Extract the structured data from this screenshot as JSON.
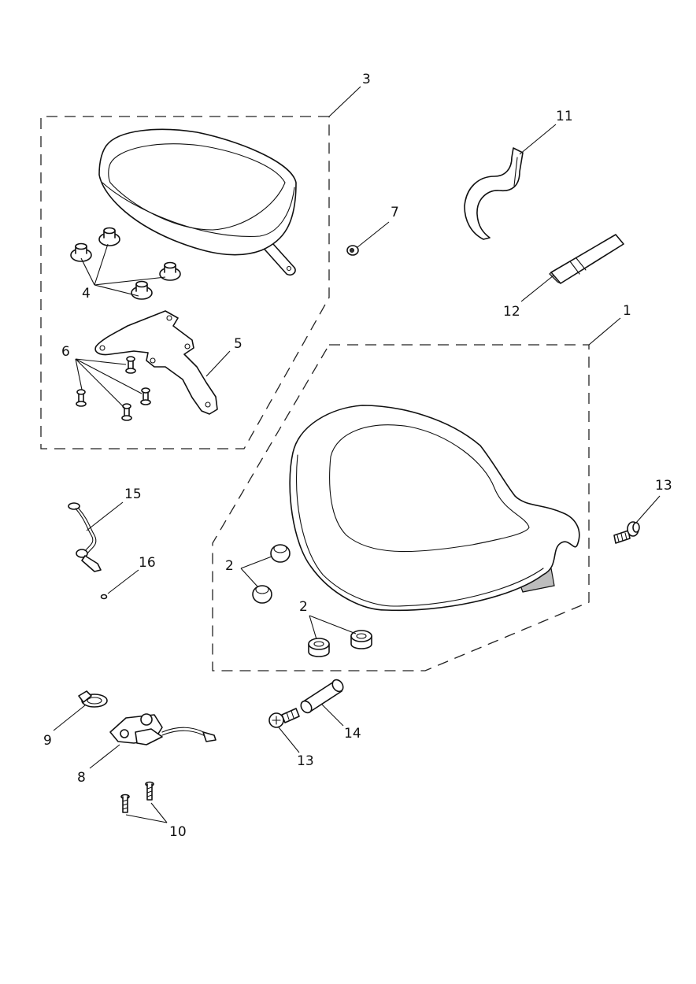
{
  "callouts": [
    {
      "id": "1",
      "label": "1"
    },
    {
      "id": "2a",
      "label": "2"
    },
    {
      "id": "2b",
      "label": "2"
    },
    {
      "id": "3",
      "label": "3"
    },
    {
      "id": "4",
      "label": "4"
    },
    {
      "id": "5",
      "label": "5"
    },
    {
      "id": "6",
      "label": "6"
    },
    {
      "id": "7",
      "label": "7"
    },
    {
      "id": "8",
      "label": "8"
    },
    {
      "id": "9",
      "label": "9"
    },
    {
      "id": "10",
      "label": "10"
    },
    {
      "id": "11",
      "label": "11"
    },
    {
      "id": "12",
      "label": "12"
    },
    {
      "id": "13a",
      "label": "13"
    },
    {
      "id": "13b",
      "label": "13"
    },
    {
      "id": "14",
      "label": "14"
    },
    {
      "id": "15",
      "label": "15"
    },
    {
      "id": "16",
      "label": "16"
    }
  ]
}
